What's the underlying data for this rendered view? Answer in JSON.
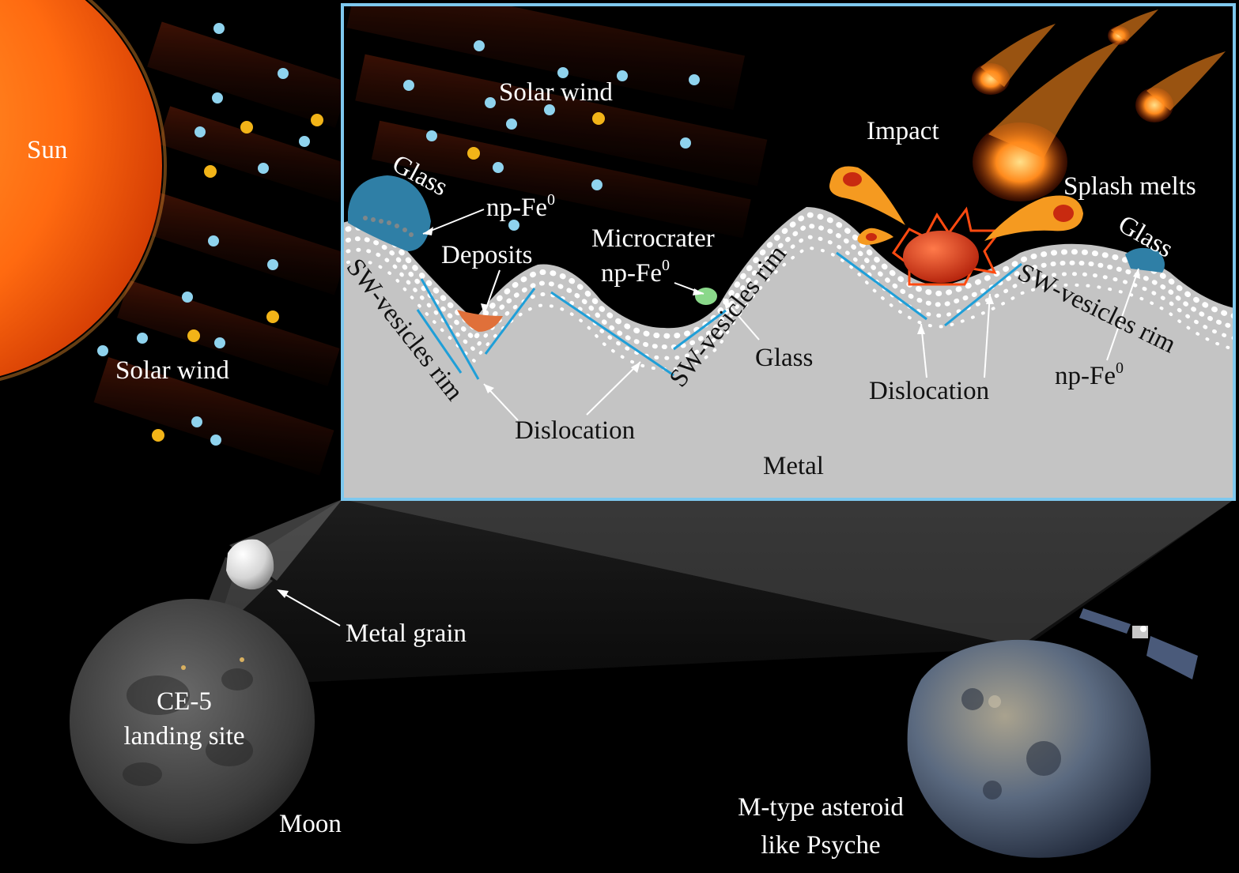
{
  "labels": {
    "sun": "Sun",
    "solar_wind_left": "Solar wind",
    "solar_wind_inset": "Solar wind",
    "glass_left": "Glass",
    "np_fe_top": "np-Fe",
    "np_fe_top_sup": "0",
    "deposits": "Deposits",
    "microcrater": "Microcrater",
    "np_fe_mid": "np-Fe",
    "np_fe_mid_sup": "0",
    "impact": "Impact",
    "splash_melts": "Splash melts",
    "glass_right": "Glass",
    "sw_rim_left": "SW-vesicles rim",
    "sw_rim_mid": "SW-vesicles rim",
    "sw_rim_right": "SW-vesicles rim",
    "glass_mid": "Glass",
    "dislocation_left": "Dislocation",
    "dislocation_right": "Dislocation",
    "np_fe_right": "np-Fe",
    "np_fe_right_sup": "0",
    "metal": "Metal",
    "metal_grain": "Metal grain",
    "ce5_line1": "CE-5",
    "ce5_line2": "landing site",
    "moon": "Moon",
    "asteroid_line1": "M-type asteroid",
    "asteroid_line2": "like Psyche"
  },
  "colors": {
    "inset_border": "#7ec8ee",
    "metal": "#c4c4c4",
    "dislocation": "#1f9fd8",
    "ion_blue": "#8fd3ee",
    "ion_gold": "#f2b418",
    "sun": "#ff6a10",
    "glass": "#2f7fa6",
    "melt": "#e24a1a"
  }
}
